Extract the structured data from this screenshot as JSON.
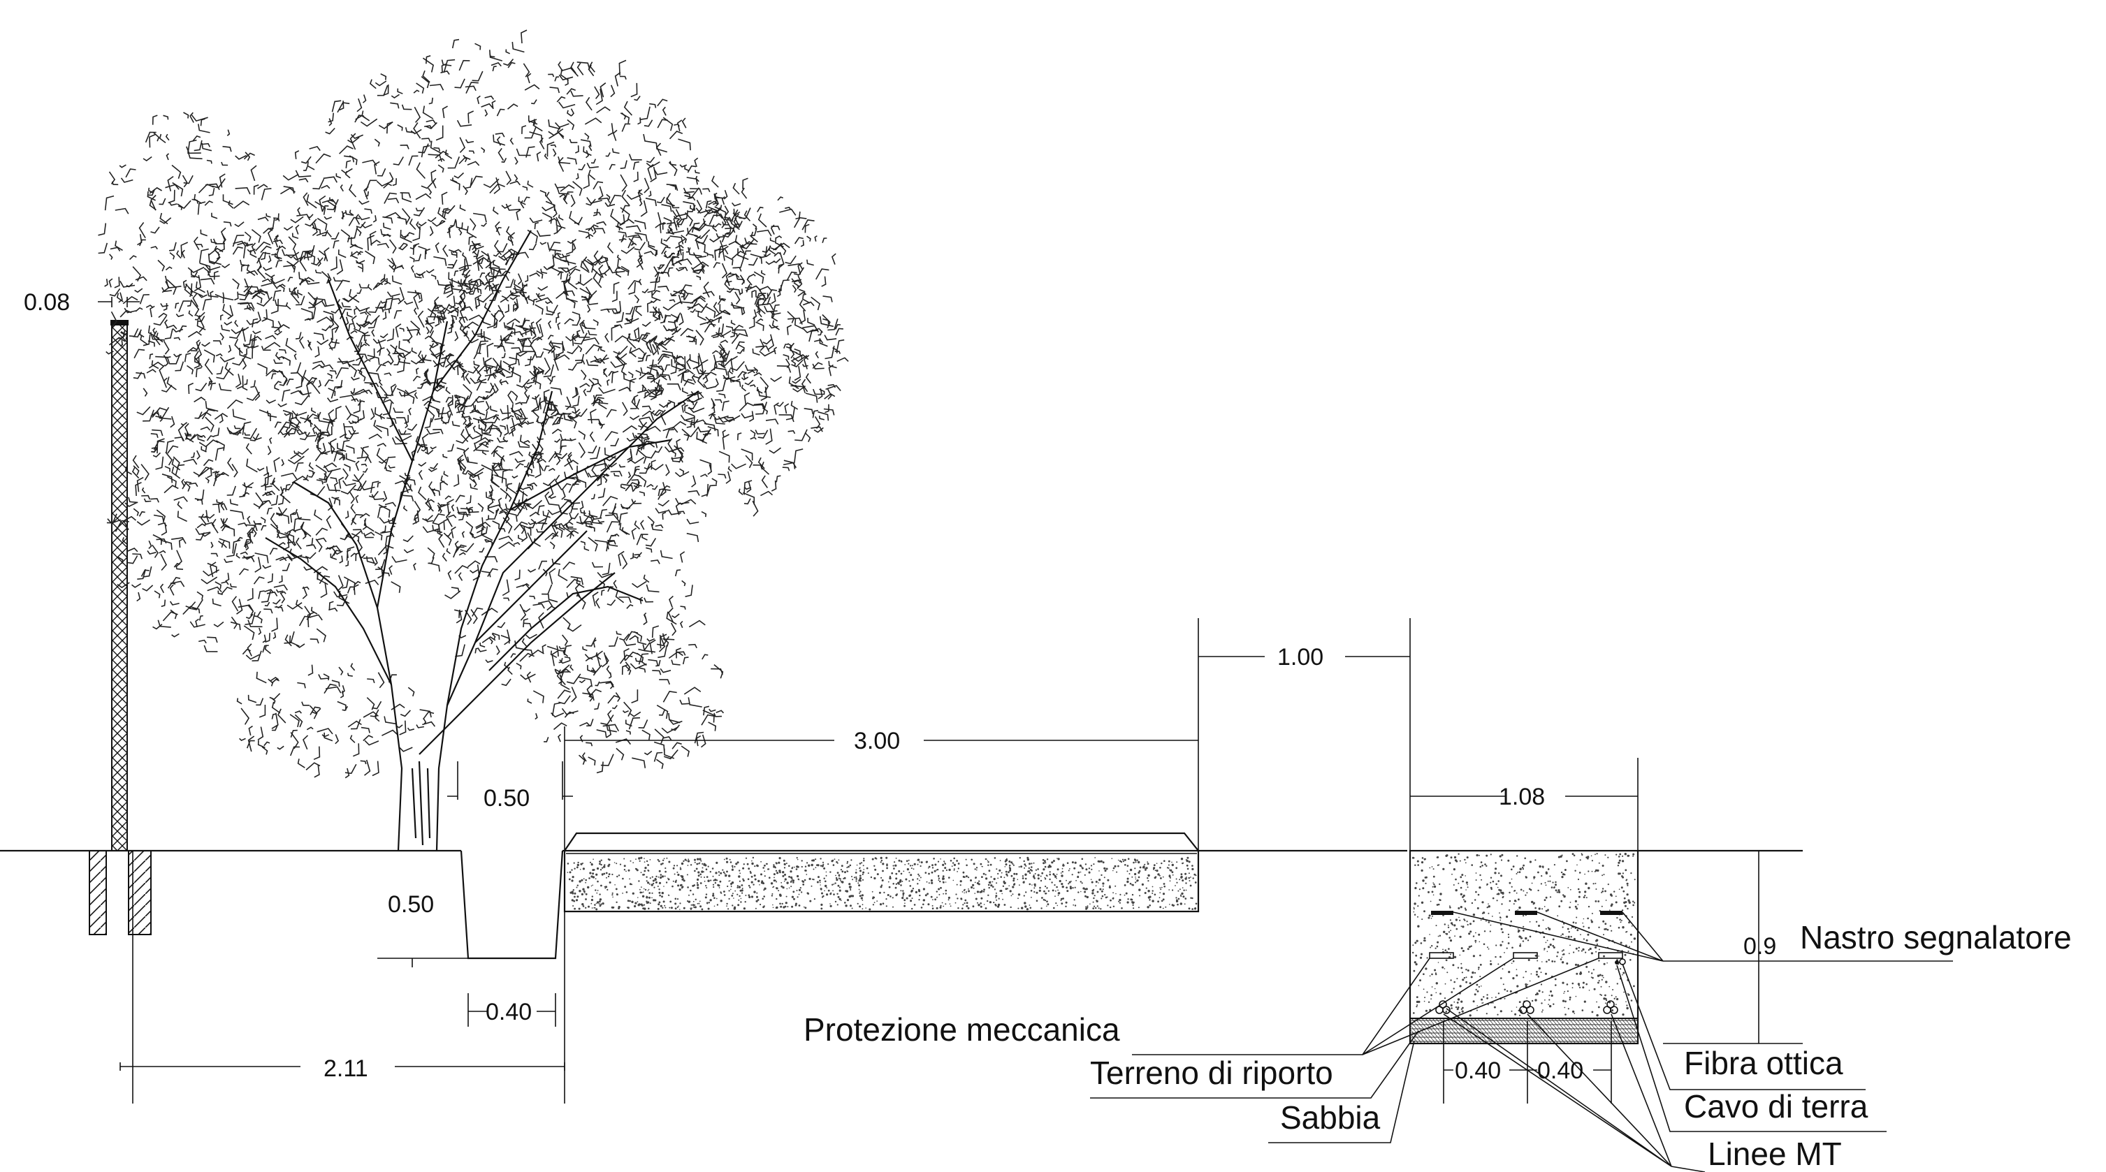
{
  "dimensions": {
    "fence_width": "0.08",
    "ditch_gap": "0.50",
    "ditch_depth": "0.50",
    "ditch_bottom": "0.40",
    "total_offset": "2.11",
    "road_width": "3.00",
    "road_to_trench": "1.00",
    "trench_width": "1.08",
    "trench_depth": "0.9",
    "cable_spacing_1": "0.40",
    "cable_spacing_2": "0.40"
  },
  "labels": {
    "nastro": "Nastro segnalatore",
    "protezione": "Protezione meccanica",
    "terreno": "Terreno di riporto",
    "sabbia": "Sabbia",
    "fibra": "Fibra ottica",
    "cavo_terra": "Cavo di terra",
    "linee_mt": "Linee MT"
  },
  "colors": {
    "line": "#111111",
    "background": "#ffffff"
  }
}
